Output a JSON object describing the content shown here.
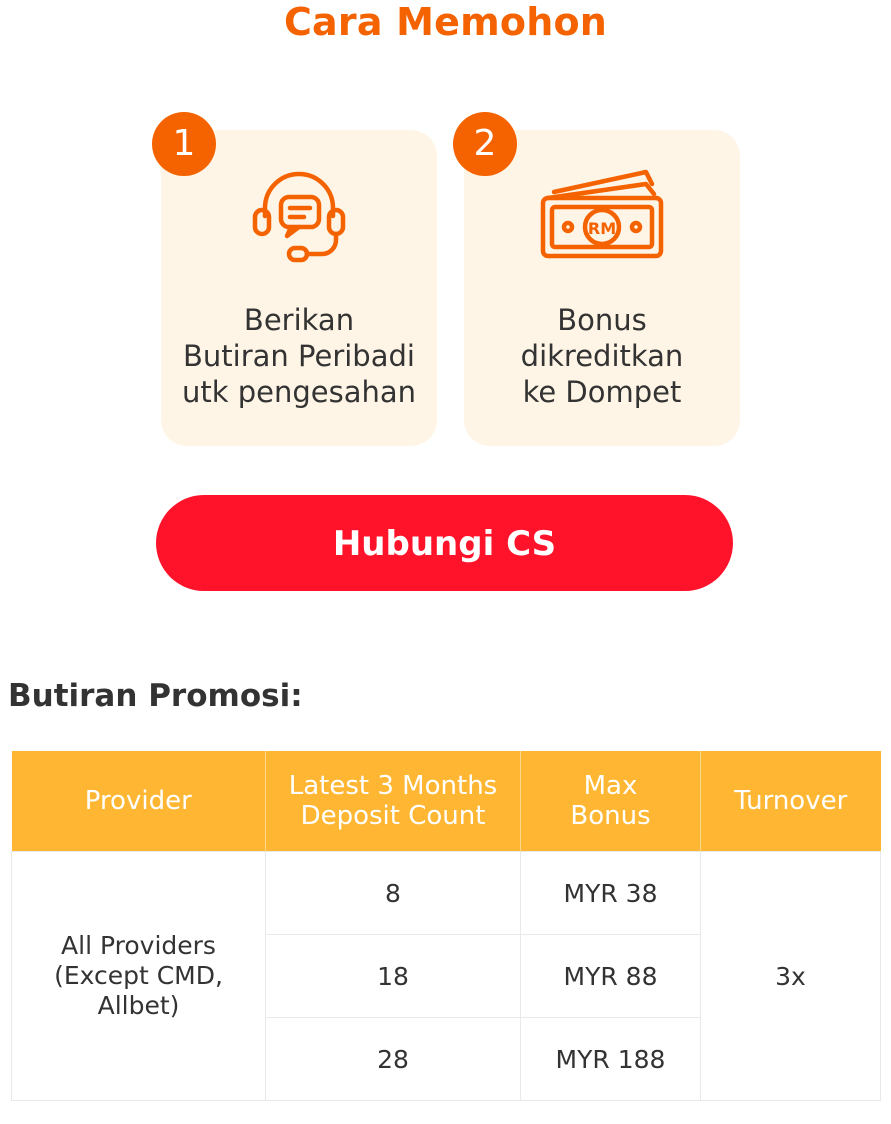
{
  "title": "Cara Memohon",
  "steps": [
    {
      "number": "1",
      "icon": "headset-chat-icon",
      "lines": [
        "Berikan",
        "Butiran Peribadi",
        "utk pengesahan"
      ]
    },
    {
      "number": "2",
      "icon": "cash-rm-icon",
      "icon_text": "RM",
      "lines": [
        "Bonus",
        "dikreditkan",
        "ke Dompet"
      ]
    }
  ],
  "cta": {
    "label": "Hubungi CS"
  },
  "promo": {
    "title": "Butiran Promosi:",
    "headers": [
      [
        "Provider"
      ],
      [
        "Latest 3 Months",
        "Deposit Count"
      ],
      [
        "Max",
        "Bonus"
      ],
      [
        "Turnover"
      ]
    ],
    "provider_lines": [
      "All Providers",
      "(Except CMD,",
      "Allbet)"
    ],
    "rows": [
      {
        "deposit_count": "8",
        "max_bonus": "MYR 38"
      },
      {
        "deposit_count": "18",
        "max_bonus": "MYR 88"
      },
      {
        "deposit_count": "28",
        "max_bonus": "MYR 188"
      }
    ],
    "turnover": "3x"
  },
  "colors": {
    "accent_orange": "#f56200",
    "button_red": "#ff132b",
    "table_header": "#ffb733",
    "card_bg": "#fff5e6"
  }
}
